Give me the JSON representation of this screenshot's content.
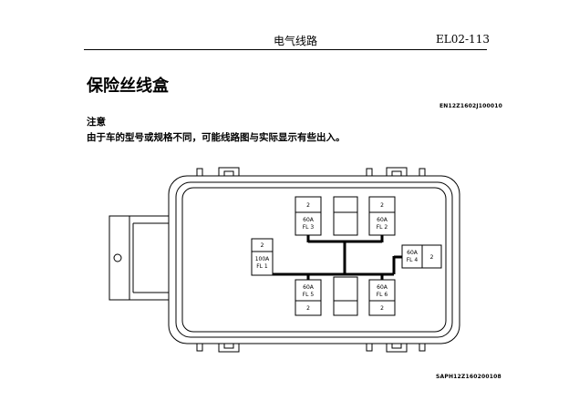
{
  "header": {
    "section": "电气线路",
    "page_code": "EL02-113"
  },
  "title": "保险丝线盒",
  "figure_code_top": "EN12Z1602J100010",
  "note": {
    "heading": "注意",
    "text": "由于车的型号或规格不同，可能线路图与实际显示有些出入。"
  },
  "figure_code_bottom": "SAPH12Z160200108",
  "fuses": {
    "fl3": {
      "top": "2",
      "rating": "60A",
      "name": "FL 3"
    },
    "fl2": {
      "top": "2",
      "rating": "60A",
      "name": "FL 2"
    },
    "fl1": {
      "top": "2",
      "rating": "100A",
      "name": "FL 1"
    },
    "fl4": {
      "side": "2",
      "rating": "60A",
      "name": "FL 4"
    },
    "fl5": {
      "bottom": "2",
      "rating": "60A",
      "name": "FL 5"
    },
    "fl6": {
      "bottom": "2",
      "rating": "60A",
      "name": "FL 6"
    }
  }
}
